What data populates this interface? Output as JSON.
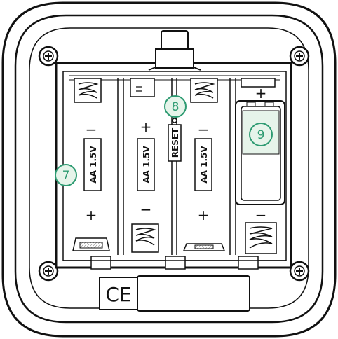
{
  "callouts": {
    "batteries": "7",
    "reset": "8",
    "module": "9"
  },
  "batteries": [
    {
      "label": "AA 1.5V"
    },
    {
      "label": "AA 1.5V"
    },
    {
      "label": "AA 1.5V"
    }
  ],
  "reset": {
    "label": "RESET"
  },
  "polarity": {
    "plus": "+",
    "minus": "−"
  },
  "marking": {
    "ce": "CE"
  },
  "colors": {
    "callout": "#2e9b72",
    "callout_fill": "#e6f4ea",
    "outline": "#111111"
  }
}
